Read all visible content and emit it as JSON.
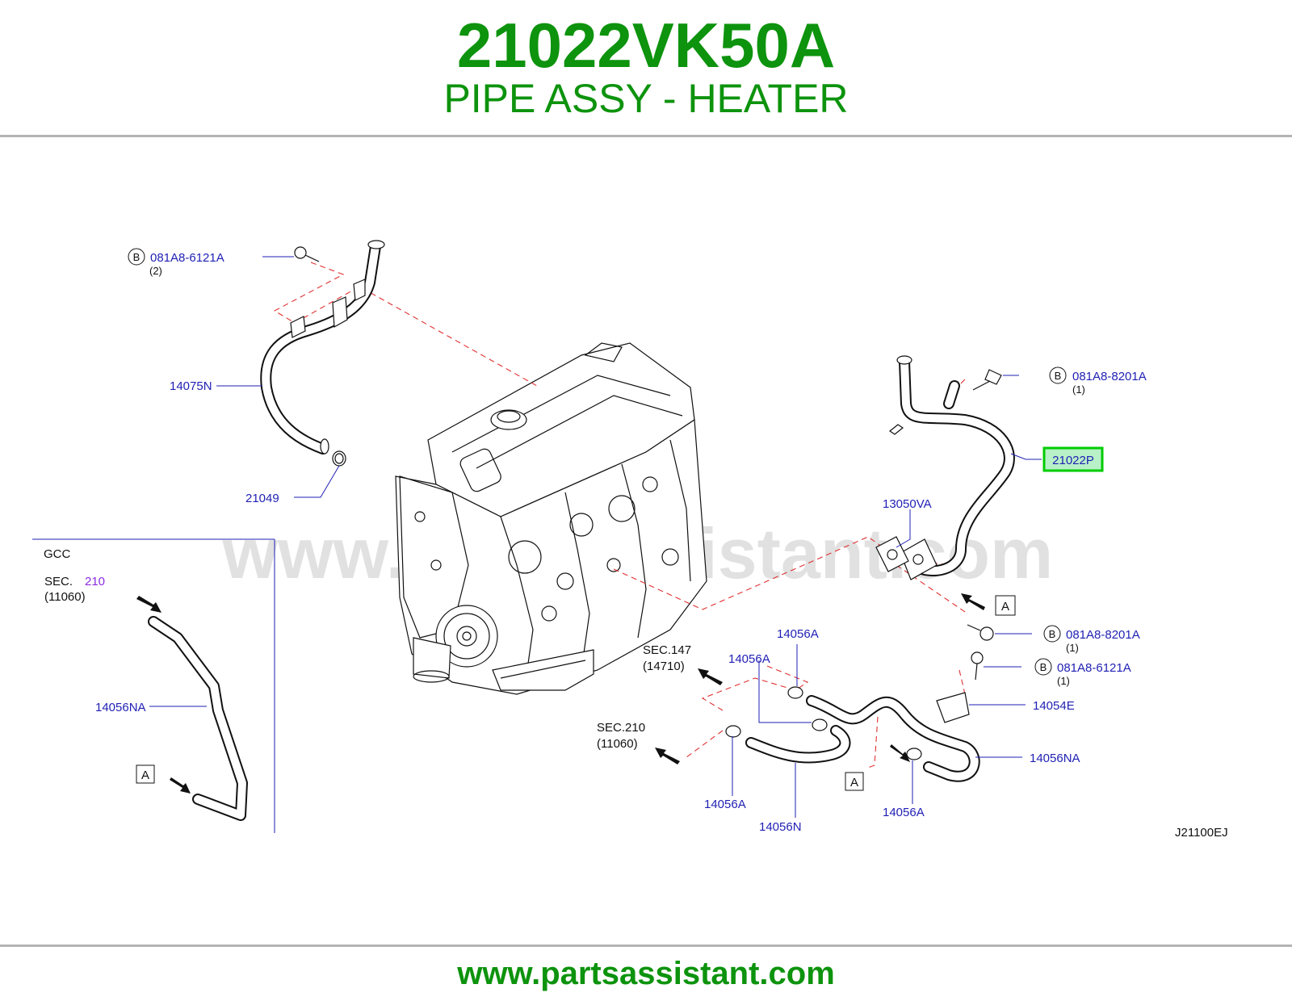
{
  "header": {
    "part_number": "21022VK50A",
    "part_name": "PIPE ASSY - HEATER"
  },
  "footer": {
    "url": "www.partsassistant.com"
  },
  "watermark": "www.partsassistant.com",
  "colors": {
    "brand_green": "#0d930d",
    "label_blue": "#1f1fb4",
    "highlight_green": "#00cc00",
    "dashed_red": "#e03030"
  },
  "diagram": {
    "code": "J21100EJ",
    "inset": {
      "title": "GCC",
      "sec_prefix": "SEC.",
      "sec_num": "210",
      "sec_sub": "(11060)",
      "ref_a": "A",
      "part": "14056NA"
    },
    "callouts": {
      "bolt_top_left": {
        "b": "B",
        "part": "081A8-6121A",
        "qty": "(2)"
      },
      "pipe_left": "14075N",
      "oring": "21049",
      "bolt_top_right": {
        "b": "B",
        "part": "081A8-8201A",
        "qty": "(1)"
      },
      "pipe_heater": "21022P",
      "gasket": "13050VA",
      "ref_a_right": "A",
      "bolt_mid_right": {
        "b": "B",
        "part": "081A8-8201A",
        "qty": "(1)"
      },
      "bolt_low_right": {
        "b": "B",
        "part": "081A8-6121A",
        "qty": "(1)"
      },
      "bracket": "14054E",
      "hose_right": "14056NA",
      "clamp_top": "14056A",
      "clamp_mid": "14056A",
      "clamp_bottom_left": "14056A",
      "clamp_bottom_right": "14056A",
      "hose_bottom": "14056N",
      "ref_a_bottom": "A",
      "sec147": {
        "label": "SEC.147",
        "sub": "(14710)"
      },
      "sec210": {
        "label": "SEC.210",
        "sub": "(11060)"
      }
    }
  }
}
